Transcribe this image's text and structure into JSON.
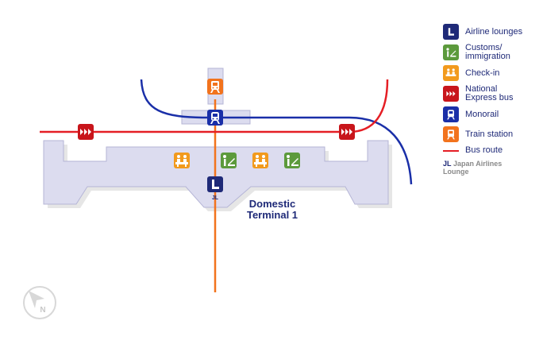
{
  "map": {
    "terminal_label_line1": "Domestic",
    "terminal_label_line2": "Terminal 1",
    "lounge_code": "JL",
    "north_symbol": "N"
  },
  "legend": {
    "items": [
      {
        "icon": "lounge-icon",
        "color": "#1f2a78",
        "label": "Airline lounges"
      },
      {
        "icon": "customs-icon",
        "color": "#5c9a3c",
        "label_line1": "Customs/",
        "label_line2": "immigration"
      },
      {
        "icon": "checkin-icon",
        "color": "#f29a1d",
        "label": "Check-in"
      },
      {
        "icon": "bus-icon",
        "color": "#c8151b",
        "label_line1": "National",
        "label_line2": "Express bus"
      },
      {
        "icon": "monorail-icon",
        "color": "#1a2fa8",
        "label": "Monorail"
      },
      {
        "icon": "train-icon",
        "color": "#f2731d",
        "label": "Train station"
      },
      {
        "icon": "bus-route-line",
        "color": "#e51e25",
        "label": "Bus route"
      }
    ],
    "note_code": "JL",
    "note_line1": "Japan Airlines",
    "note_line2": "Lounge"
  },
  "colors": {
    "building": "#dcdcef",
    "building_shadow": "#e6e6e6",
    "building_outline": "#b5b5d6",
    "bus_route": "#e51e25",
    "monorail_line": "#1a2fa8",
    "train_line": "#f2731d"
  }
}
